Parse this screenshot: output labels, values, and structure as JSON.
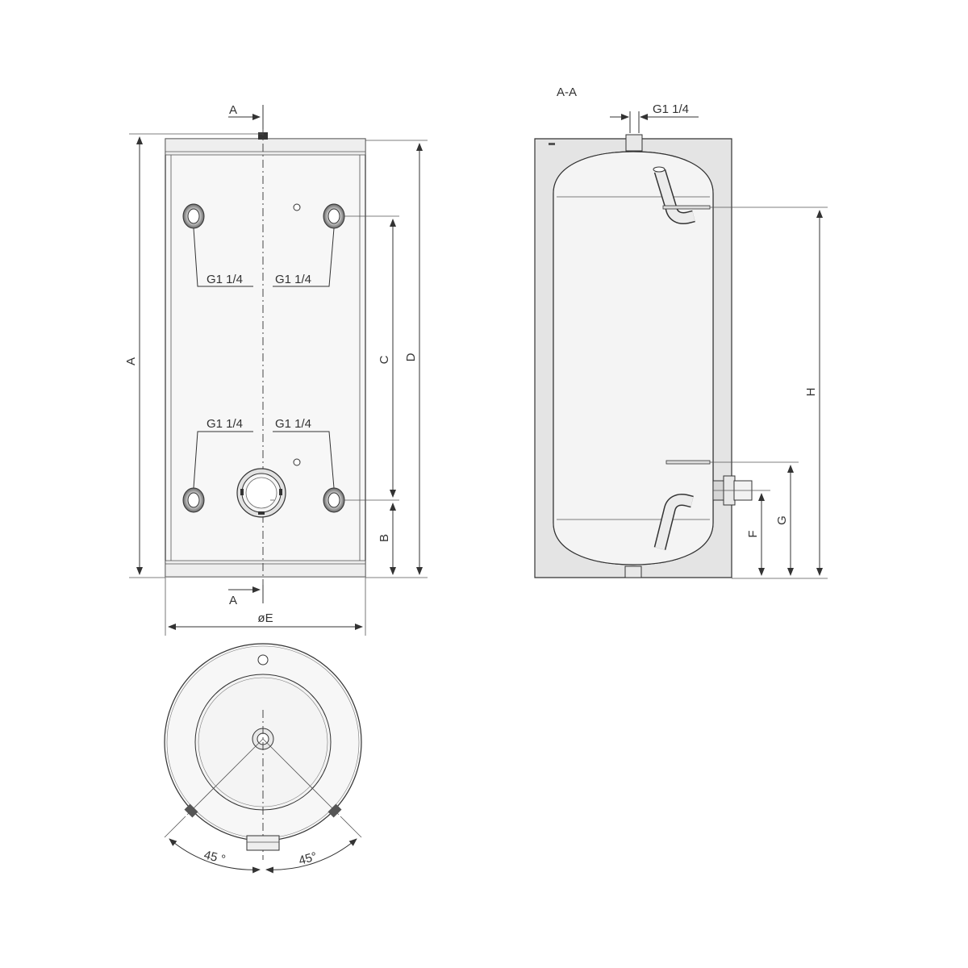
{
  "front_view": {
    "section_mark": "A",
    "dimension_labels": {
      "height_total": "A",
      "bottom_to_lower": "B",
      "between_connections": "C",
      "bottom_to_upper": "D",
      "diameter": "øE"
    },
    "connection_labels": [
      "G1 1/4",
      "G1 1/4",
      "G1 1/4",
      "G1 1/4"
    ]
  },
  "section_view": {
    "title": "A-A",
    "top_connection_label": "G1 1/4",
    "dimension_labels": {
      "flange_height": "F",
      "lower_sensor_height": "G",
      "upper_sensor_height": "H"
    }
  },
  "top_view": {
    "angle_left": "45 °",
    "angle_right": "45°"
  },
  "colors": {
    "line": "#333333",
    "insulation": "#e4e4e4",
    "tank": "#f4f4f4"
  }
}
